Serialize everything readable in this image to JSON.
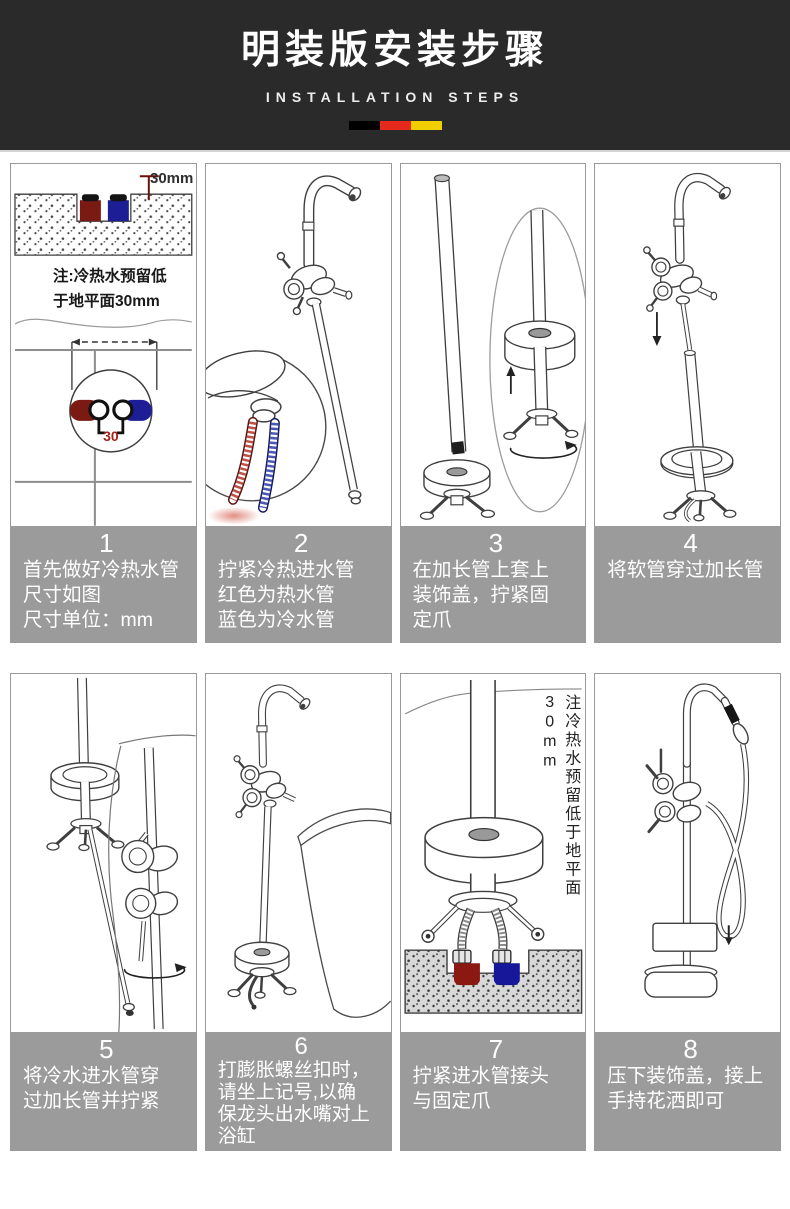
{
  "header": {
    "title": "明装版安装步骤",
    "subtitle": "INSTALLATION STEPS",
    "bg": "#2a2a2a",
    "flag_colors": [
      "#000000",
      "#e5291d",
      "#efcf00"
    ]
  },
  "colors": {
    "caption_bg": "#9b9b9b",
    "caption_text": "#ffffff",
    "panel_border": "#9a9a9a",
    "hot_pipe_red": "#7b1a12",
    "cold_pipe_blue": "#1d1d96",
    "dimension_red": "#a2211a"
  },
  "steps": [
    {
      "number": "1",
      "lines": [
        "首先做好冷热水管",
        "尺寸如图",
        "尺寸单位：mm"
      ],
      "labels": {
        "dim_top": "30mm",
        "note_line1": "注:冷热水预留低",
        "note_line2": "于地平面30mm",
        "dim_between": "30"
      }
    },
    {
      "number": "2",
      "lines": [
        "拧紧冷热进水管",
        "红色为热水管",
        "蓝色为冷水管"
      ]
    },
    {
      "number": "3",
      "lines": [
        "在加长管上套上",
        "装饰盖，拧紧固",
        "定爪"
      ]
    },
    {
      "number": "4",
      "lines": [
        "将软管穿过加长管"
      ]
    },
    {
      "number": "5",
      "lines": [
        "将冷水进水管穿",
        "过加长管并拧紧"
      ]
    },
    {
      "number": "6",
      "lines": [
        "打膨胀螺丝扣时，",
        "请坐上记号,以确",
        "保龙头出水嘴对上",
        "浴缸"
      ]
    },
    {
      "number": "7",
      "lines": [
        "拧紧进水管接头",
        "与固定爪"
      ],
      "labels": {
        "vertical_note": "注冷热水预留低于地平面30mm"
      }
    },
    {
      "number": "8",
      "lines": [
        "压下装饰盖，接上",
        "手持花洒即可"
      ]
    }
  ]
}
